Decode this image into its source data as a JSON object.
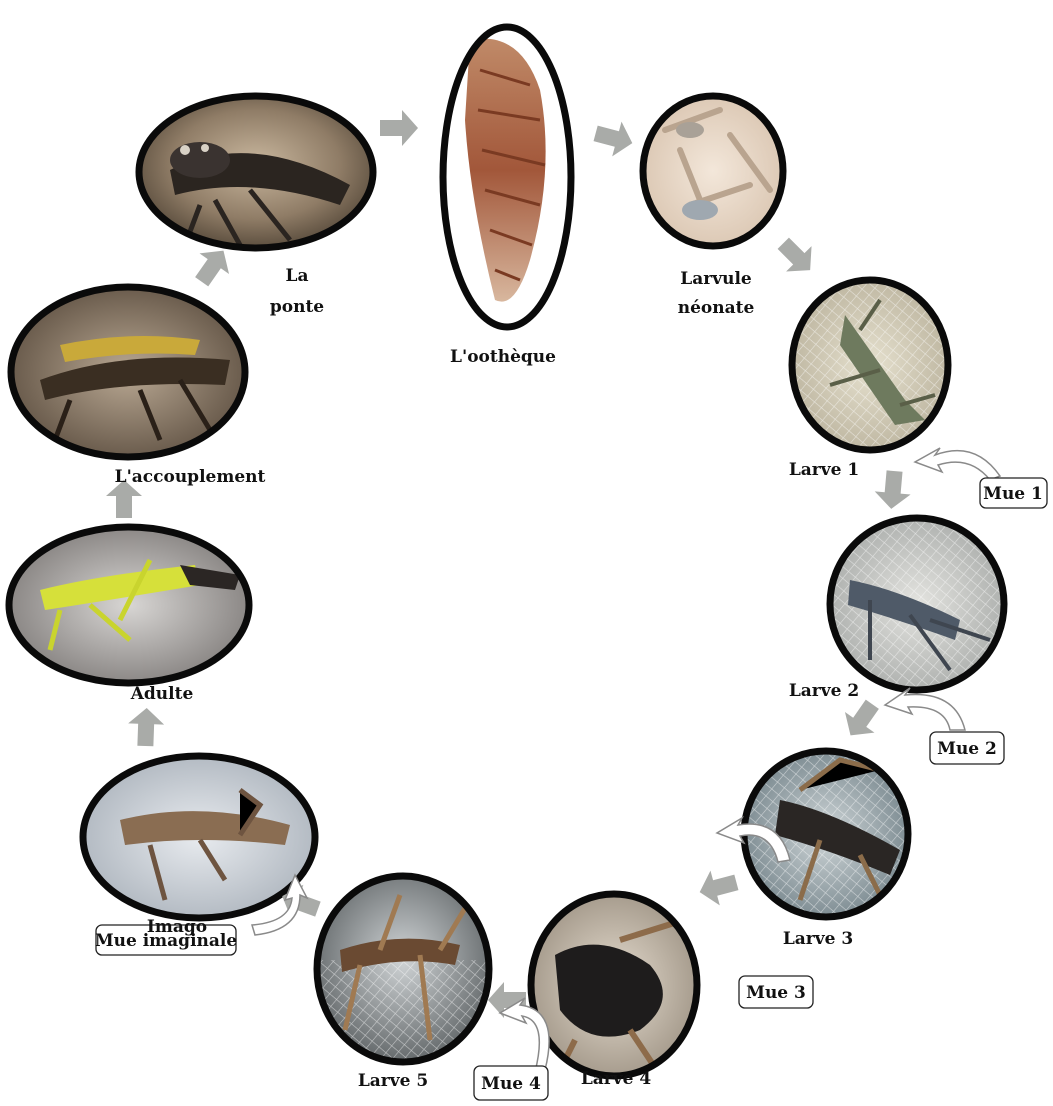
{
  "diagram": {
    "stages": [
      {
        "id": "ponte",
        "label_lines": [
          "La",
          "ponte"
        ]
      },
      {
        "id": "ootheque",
        "label_lines": [
          "L'oothèque"
        ]
      },
      {
        "id": "larvule",
        "label_lines": [
          "Larvule",
          "néonate"
        ]
      },
      {
        "id": "larve1",
        "label_lines": [
          "Larve 1"
        ]
      },
      {
        "id": "larve2",
        "label_lines": [
          "Larve 2"
        ]
      },
      {
        "id": "larve3",
        "label_lines": [
          "Larve 3"
        ]
      },
      {
        "id": "larve4",
        "label_lines": [
          "Larve 4"
        ]
      },
      {
        "id": "larve5",
        "label_lines": [
          "Larve 5"
        ]
      },
      {
        "id": "imago",
        "label_lines": [
          "Imago"
        ]
      },
      {
        "id": "adulte",
        "label_lines": [
          "Adulte"
        ]
      },
      {
        "id": "accouplement",
        "label_lines": [
          "L'accouplement"
        ]
      }
    ],
    "molts": [
      {
        "id": "mue1",
        "label": "Mue 1"
      },
      {
        "id": "mue2",
        "label": "Mue 2"
      },
      {
        "id": "mue3",
        "label": "Mue 3"
      },
      {
        "id": "mue4",
        "label": "Mue 4"
      },
      {
        "id": "mue-imaginale",
        "label": "Mue imaginale"
      }
    ],
    "colors": {
      "frame": "#0a0a0a",
      "flow_arrow": "#a9aba8",
      "molt_arrow_fill": "#ffffff",
      "molt_arrow_stroke": "#8a8a8a",
      "label_text": "#111111"
    }
  }
}
